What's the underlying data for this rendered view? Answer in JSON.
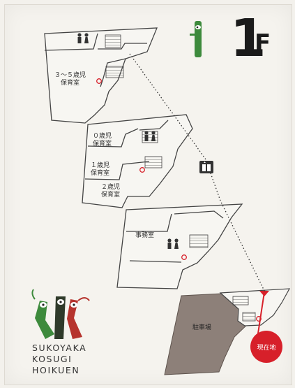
{
  "floor_sign": {
    "number": "1",
    "suffix": "F"
  },
  "rooms": {
    "room_3to5": "３～５歳児\n保育室",
    "room_0": "０歳児\n保育室",
    "room_1": "１歳児\n保育室",
    "room_2": "２歳児\n保育室",
    "office": "事務室",
    "parking": "駐車場"
  },
  "current_location": "現在地",
  "brand": {
    "line1": "SUKOYAKA",
    "line2": "KOSUGI",
    "line3": "HOIKUEN"
  },
  "colors": {
    "current_location": "#d7202a",
    "parking": "#8d8079",
    "mascot_green": "#3d8a3c",
    "mascot_dark": "#2f3a2a",
    "mascot_red": "#b6342e"
  },
  "icons": [
    "restroom-icon",
    "elevator-icon",
    "fire-extinguisher-icon",
    "mascot-icon"
  ]
}
